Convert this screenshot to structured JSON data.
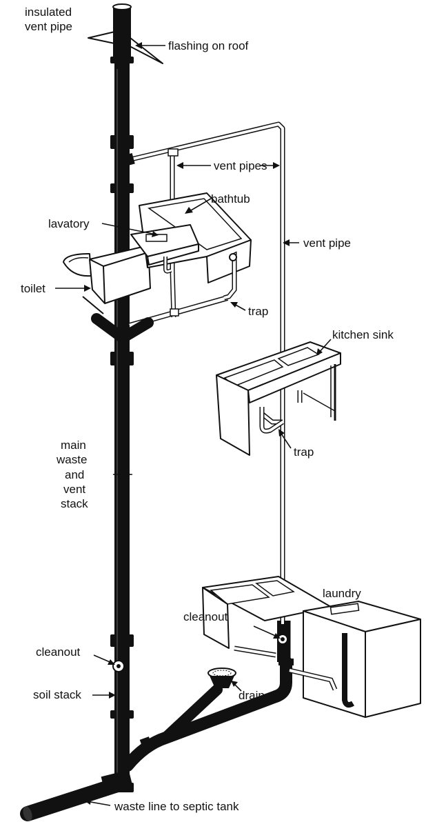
{
  "labels": {
    "insulated_vent_pipe_1": "insulated",
    "insulated_vent_pipe_2": "vent pipe",
    "flashing_on_roof": "flashing on roof",
    "vent_pipes": "vent pipes",
    "bathtub": "bathtub",
    "lavatory": "lavatory",
    "vent_pipe": "vent pipe",
    "toilet": "toilet",
    "trap_upper": "trap",
    "kitchen_sink": "kitchen sink",
    "trap_lower": "trap",
    "main_stack_1": "main",
    "main_stack_2": "waste",
    "main_stack_3": "and",
    "main_stack_4": "vent",
    "main_stack_5": "stack",
    "laundry": "laundry",
    "cleanout_right": "cleanout",
    "cleanout_left": "cleanout",
    "drain": "drain",
    "soil_stack": "soil stack",
    "waste_line": "waste line to septic tank"
  },
  "colors": {
    "ink": "#111111",
    "paper": "#ffffff"
  }
}
